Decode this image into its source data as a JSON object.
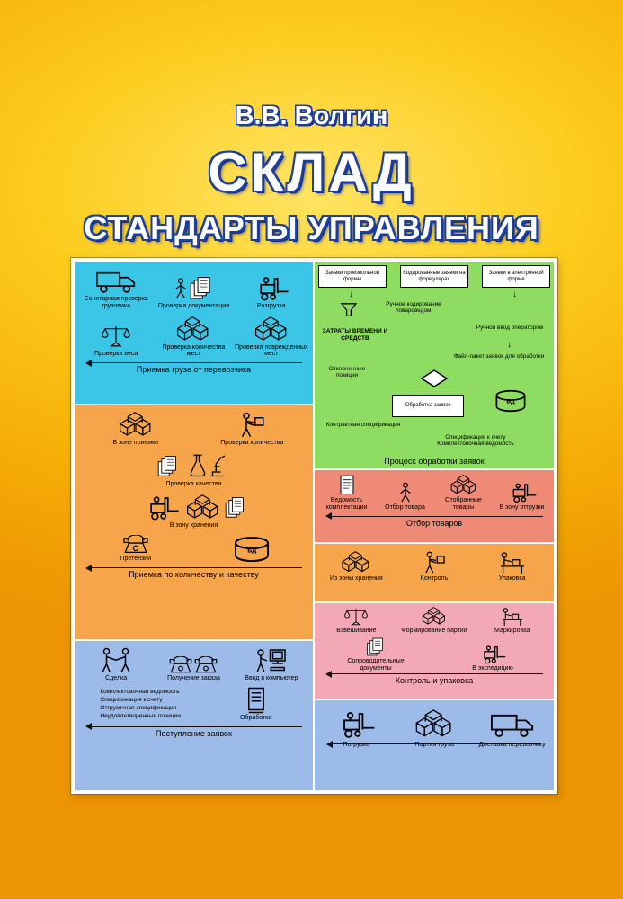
{
  "cover": {
    "author": "В.В. Волгин",
    "title": "СКЛАД",
    "subtitle": "СТАНДАРТЫ УПРАВЛЕНИЯ"
  },
  "left": {
    "receiving": {
      "caption": "Приемка груза от перевозчика",
      "items": [
        {
          "icon": "truck",
          "label": "Санитарная проверка грузовика"
        },
        {
          "icon": "person-documents",
          "label": "Проверка документации"
        },
        {
          "icon": "forklift",
          "label": "Разгрузка"
        },
        {
          "icon": "scales",
          "label": "Проверка веса"
        },
        {
          "icon": "boxes",
          "label": "Проверка количества мест"
        },
        {
          "icon": "boxes",
          "label": "Проверка поврежденных мест"
        }
      ]
    },
    "acceptance": {
      "caption": "Приемка по количеству и качеству",
      "items": [
        {
          "icon": "boxes",
          "label": "В зоне приемки"
        },
        {
          "icon": "person-box",
          "label": "Проверка количества"
        },
        {
          "icon": "documents-lab",
          "label": "Проверка качества"
        },
        {
          "icon": "forklift-boxes-documents",
          "label": "В зону хранения"
        },
        {
          "icon": "phone",
          "label": "Претензии"
        },
        {
          "icon": "database",
          "label": "БД"
        }
      ]
    },
    "orders": {
      "caption": "Поступление заявок",
      "items": [
        {
          "icon": "handshake",
          "label": "Сделка"
        },
        {
          "icon": "phones",
          "label": "Получение заказа"
        },
        {
          "icon": "person-computer",
          "label": "Ввод в компьютер"
        }
      ],
      "documents_list": [
        "Комплектовочная ведомость",
        "Спецификация к счету",
        "Отгрузочная спецификация",
        "Неудовлетворенные позиции"
      ],
      "processing_label": "Обработка"
    }
  },
  "right": {
    "order_processing": {
      "caption": "Процесс обработки заявок",
      "sources": [
        "Заявки произвольной формы",
        "Кодированные заявки на формулярах",
        "Заявки в электронной форме"
      ],
      "manual_coding": "Ручное кодирование товароведом",
      "costs": "ЗАТРАТЫ ВРЕМЕНИ И СРЕДСТВ",
      "manual_input": "Ручной ввод оператором",
      "file_packet": "Файл-пакет заявок для обработки",
      "rejected": "Отклоненные позиции",
      "processing": "Обработка заявок",
      "db": "БД",
      "contract_spec": "Контрактная спецификация",
      "invoice_spec": "Спецификация к счету",
      "packing_list": "Комплектовочная ведомость"
    },
    "picking": {
      "caption": "Отбор товаров",
      "items": [
        {
          "icon": "form",
          "label": "Ведомость комплектации"
        },
        {
          "icon": "person",
          "label": "Отбор товара"
        },
        {
          "icon": "boxes",
          "label": "Отобранные товары"
        },
        {
          "icon": "forklift",
          "label": "В зону отгрузки"
        }
      ]
    },
    "control": {
      "items": [
        {
          "icon": "boxes",
          "label": "Из зоны хранения"
        },
        {
          "icon": "person-box",
          "label": "Контроль"
        },
        {
          "icon": "packing-table",
          "label": "Упаковка"
        }
      ]
    },
    "packing": {
      "caption": "Контроль и упаковка",
      "items": [
        {
          "icon": "scales",
          "label": "Взвешивание"
        },
        {
          "icon": "boxes",
          "label": "Формирование партии"
        },
        {
          "icon": "packing-table",
          "label": "Маркировка"
        },
        {
          "icon": "documents",
          "label": "Сопроводительные документы"
        },
        {
          "icon": "forklift",
          "label": "В экспедицию"
        }
      ]
    },
    "shipping": {
      "items": [
        {
          "icon": "forklift",
          "label": "Погрузка"
        },
        {
          "icon": "boxes",
          "label": "Партия груза"
        },
        {
          "icon": "truck",
          "label": "Доставка перевозчику"
        }
      ]
    }
  }
}
